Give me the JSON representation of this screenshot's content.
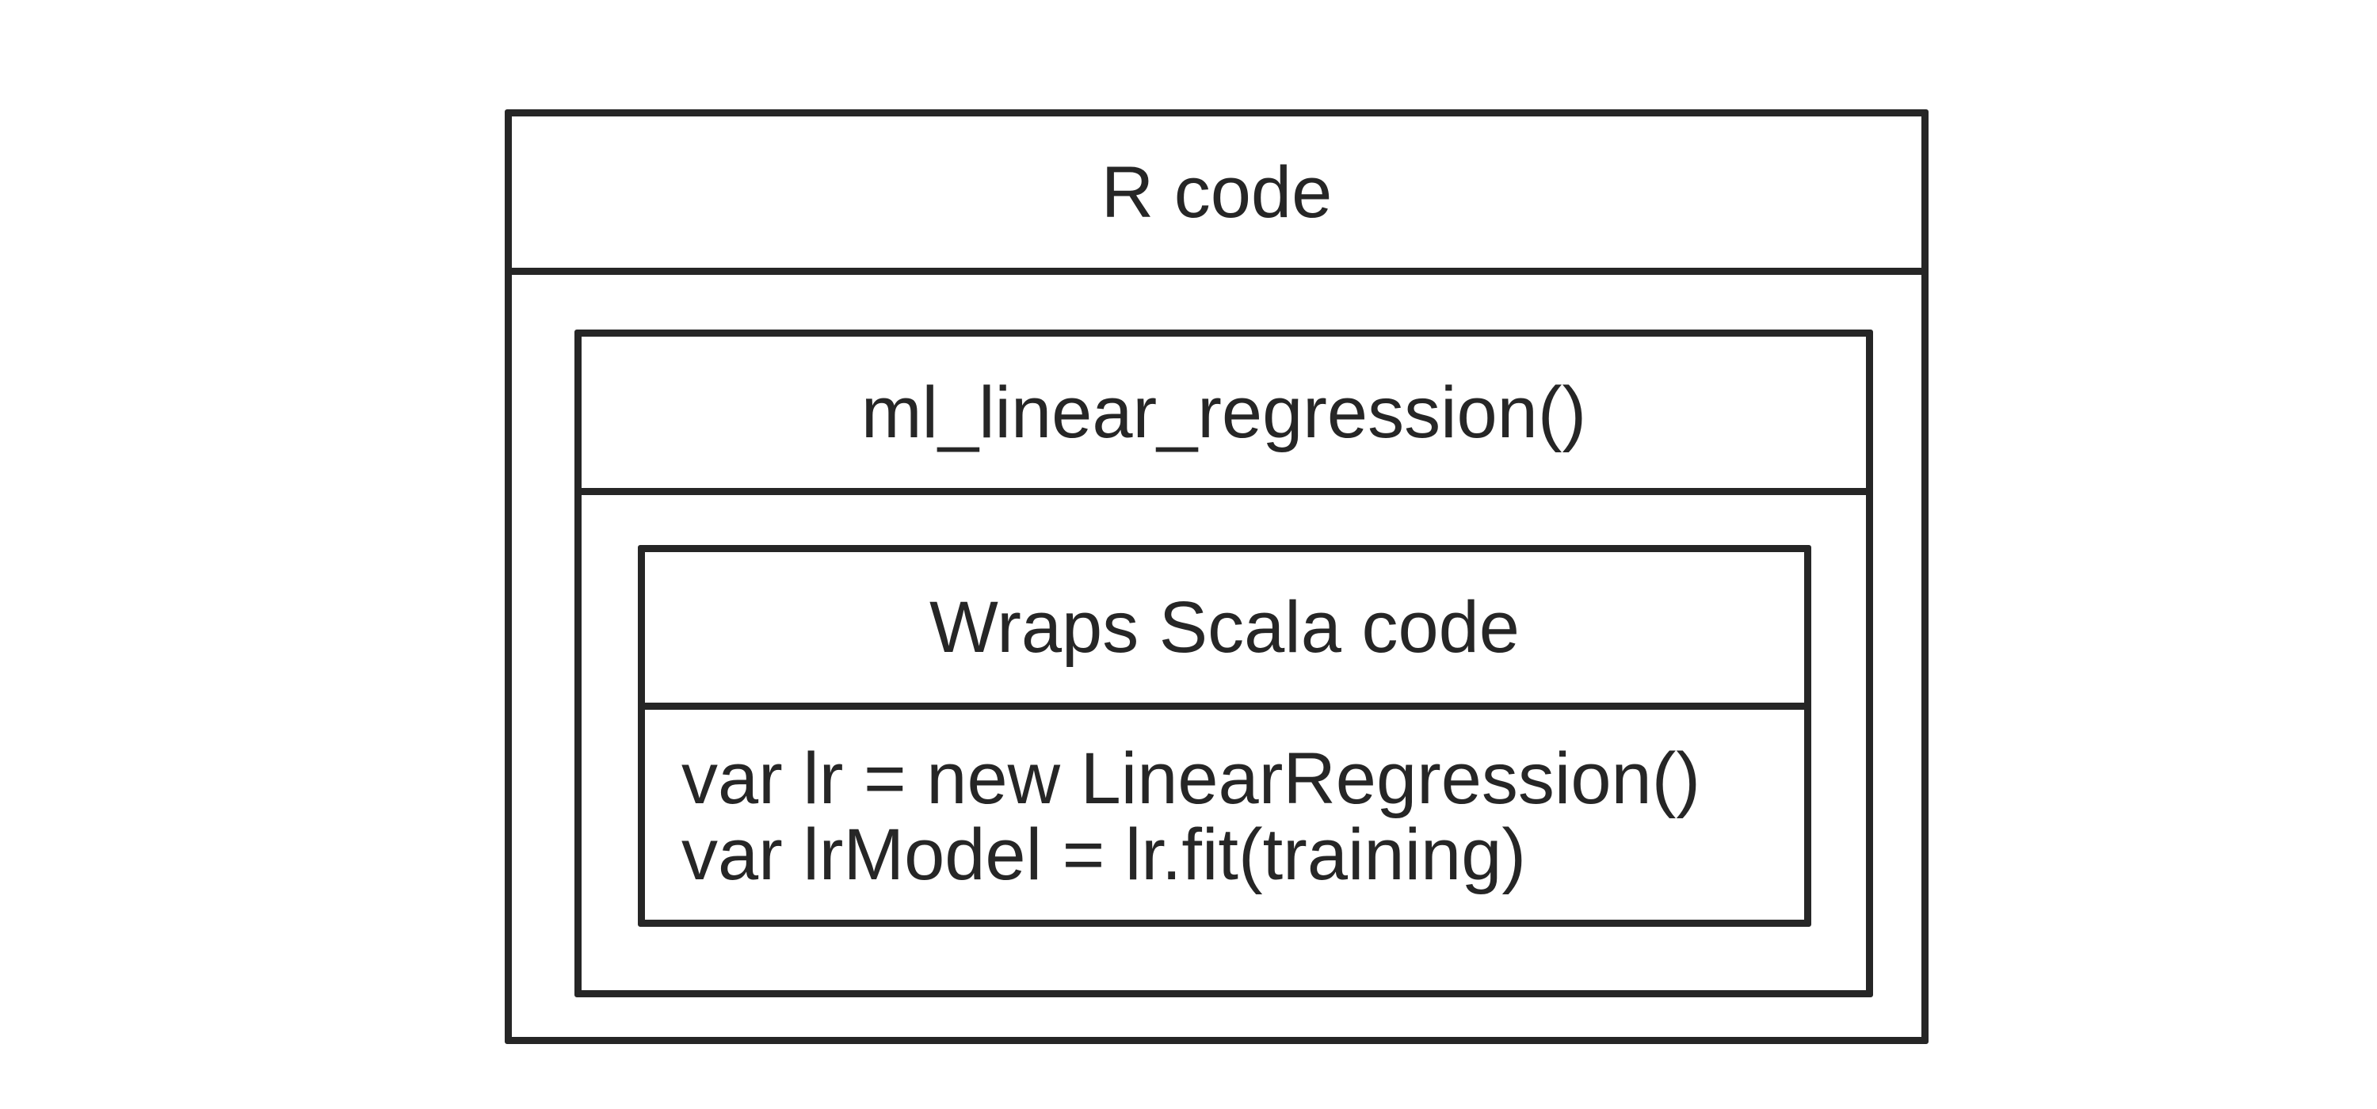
{
  "diagram": {
    "outer": {
      "title": "R code"
    },
    "middle": {
      "title": "ml_linear_regression()"
    },
    "inner": {
      "title": "Wraps Scala code",
      "code_lines": [
        "var lr = new LinearRegression()",
        "var lrModel = lr.fit(training)"
      ]
    }
  },
  "colors": {
    "stroke": "#262626",
    "background": "#ffffff"
  }
}
